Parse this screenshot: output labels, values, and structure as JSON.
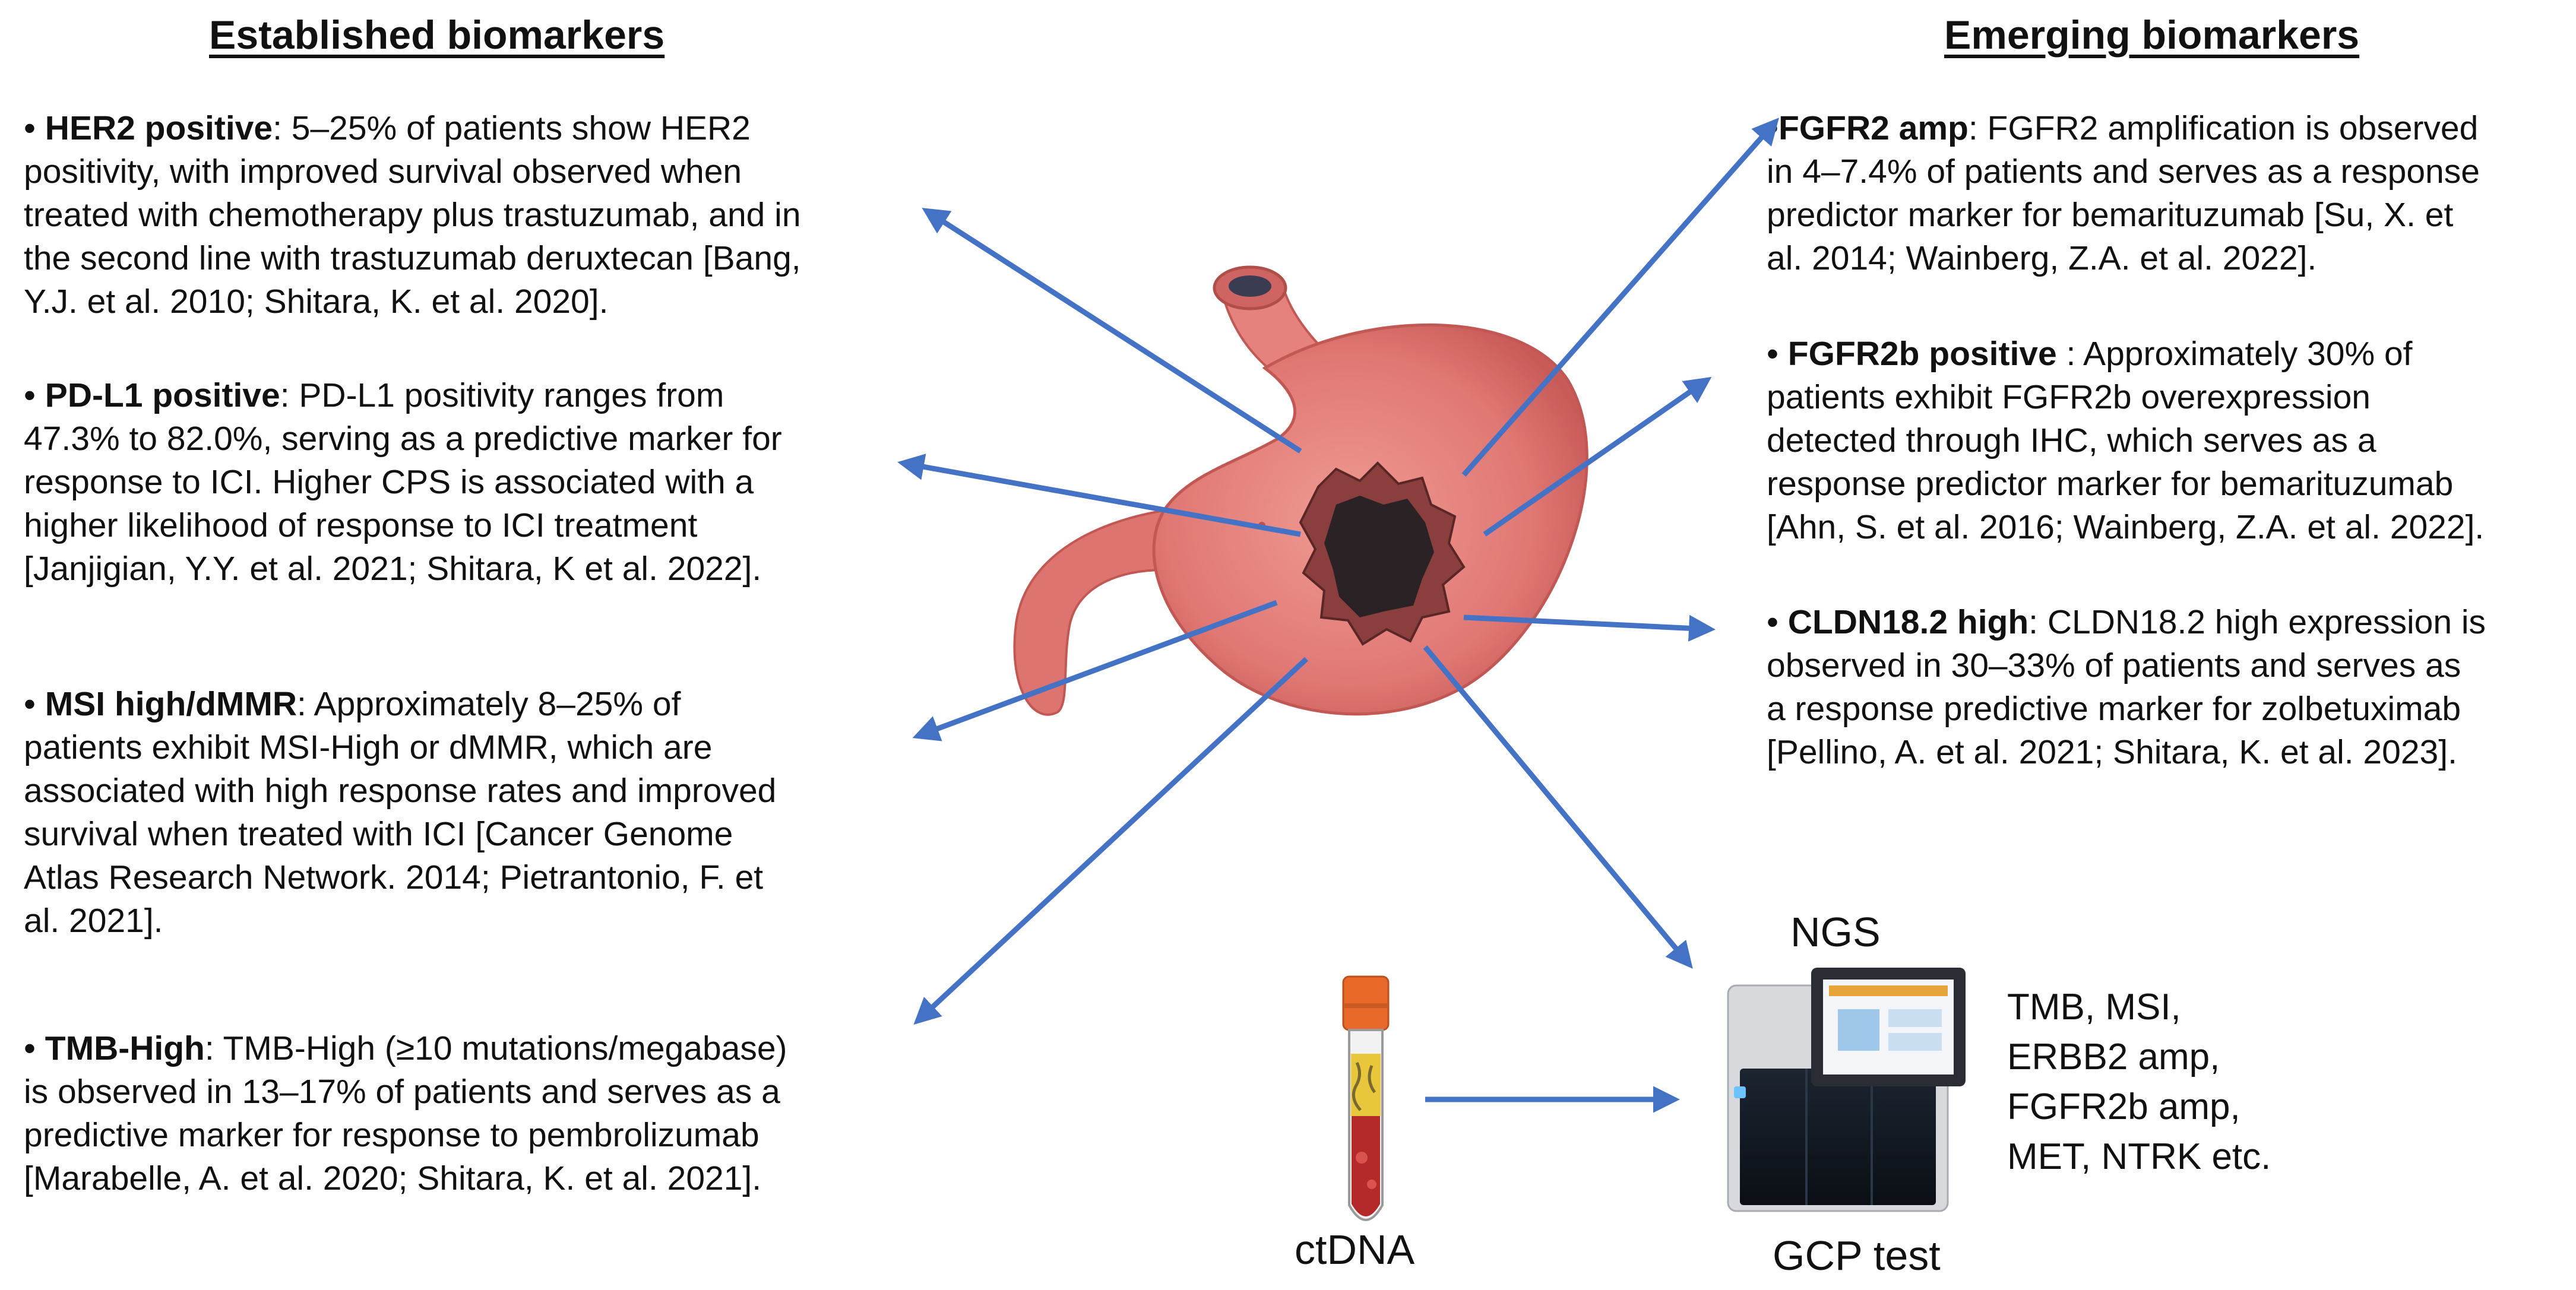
{
  "established": {
    "heading": "Established biomarkers",
    "items": [
      {
        "name": "HER2 positive",
        "lines": [
          ": 5–25% of patients show HER2",
          "positivity, with improved survival observed when",
          "treated with chemotherapy plus trastuzumab, and in",
          "the second line with trastuzumab deruxtecan [Bang,",
          "Y.J. et al. 2010; Shitara, K. et al. 2020]."
        ]
      },
      {
        "name": "PD-L1 positive",
        "lines": [
          ": PD-L1 positivity ranges from",
          "47.3% to 82.0%, serving as a predictive marker for",
          "response to ICI. Higher CPS is associated with a",
          "higher likelihood of response to ICI treatment",
          "[Janjigian, Y.Y. et al. 2021; Shitara, K et al. 2022]."
        ]
      },
      {
        "name": "MSI high/dMMR",
        "lines": [
          ": Approximately 8–25% of",
          "patients exhibit MSI-High or dMMR, which are",
          "associated with high response rates and improved",
          "survival when treated with ICI [Cancer Genome",
          "Atlas Research Network. 2014; Pietrantonio, F. et",
          "al. 2021]."
        ]
      },
      {
        "name": "TMB-High",
        "lines": [
          ": TMB-High (≥10 mutations/megabase)",
          "is observed in 13–17% of patients and serves as a",
          "predictive marker for response to pembrolizumab",
          "[Marabelle, A. et al. 2020; Shitara, K. et al. 2021]."
        ]
      }
    ]
  },
  "emerging": {
    "heading": "Emerging biomarkers",
    "items": [
      {
        "prefix": "•",
        "name": "FGFR2 amp",
        "lines": [
          ": FGFR2 amplification is observed",
          "in 4–7.4% of patients and serves as a response",
          "predictor marker for bemarituzumab [Su, X. et",
          "al. 2014; Wainberg, Z.A. et al. 2022]."
        ]
      },
      {
        "prefix": "• ",
        "name": "FGFR2b positive",
        "lines": [
          " : Approximately 30% of",
          "patients exhibit FGFR2b overexpression",
          "detected through IHC, which serves as a",
          "response predictor marker for bemarituzumab",
          "[Ahn, S. et al. 2016; Wainberg, Z.A. et al. 2022]."
        ]
      },
      {
        "prefix": "• ",
        "name": "CLDN18.2 high",
        "lines": [
          ": CLDN18.2 high expression is",
          "observed in 30–33% of patients and serves as",
          "a response predictive marker for zolbetuximab",
          "[Pellino, A. et al. 2021; Shitara, K. et al. 2023]."
        ]
      }
    ]
  },
  "bullet": "• ",
  "ctdna_label": "ctDNA",
  "ngs_label": "NGS",
  "gcp_label": "GCP test",
  "ngs_targets": [
    "TMB, MSI,",
    "ERBB2 amp,",
    "FGFR2b amp,",
    "MET, NTRK etc."
  ],
  "colors": {
    "arrow": "#4472c4",
    "stomach": "#e07874",
    "tumor": "#2a2224",
    "tube_cap": "#e8692a",
    "blood": "#b42a2a"
  },
  "icons": [
    "stomach-illustration",
    "tumor-lesion",
    "blood-tube-icon",
    "ngs-sequencer-icon"
  ]
}
